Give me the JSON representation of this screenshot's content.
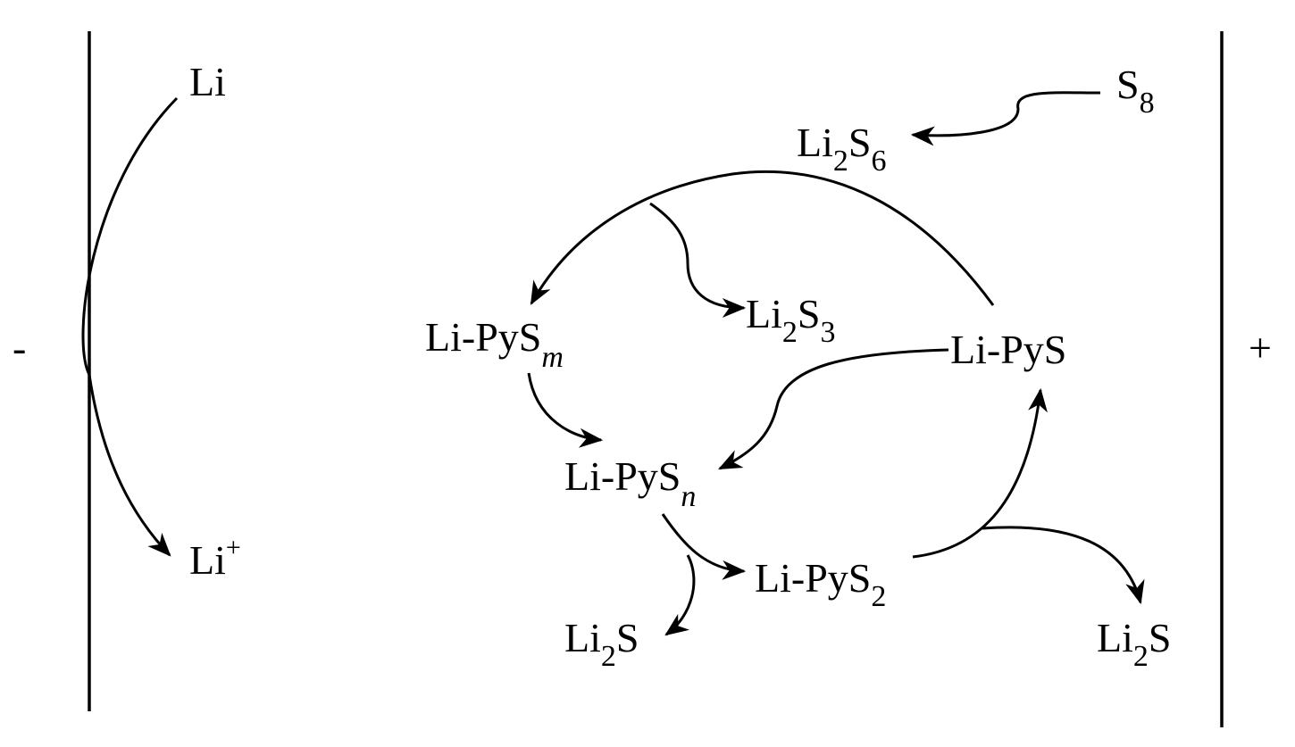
{
  "electrodes": {
    "negative_sign": "-",
    "positive_sign": "+"
  },
  "species": {
    "li": {
      "base": "Li"
    },
    "li_plus": {
      "base": "Li",
      "sup": "+"
    },
    "s8": {
      "base": "S",
      "sub": "8"
    },
    "li2s6": {
      "a": "Li",
      "a_sub": "2",
      "b": "S",
      "b_sub": "6"
    },
    "li_pysm": {
      "base": "Li-PyS",
      "sub": "m"
    },
    "li2s3": {
      "a": "Li",
      "a_sub": "2",
      "b": "S",
      "b_sub": "3"
    },
    "li_pys": {
      "base": "Li-PyS"
    },
    "li_pysn": {
      "base": "Li-PyS",
      "sub": "n"
    },
    "li_pys2": {
      "base": "Li-PyS",
      "sub": "2"
    },
    "li2s_left": {
      "a": "Li",
      "a_sub": "2",
      "b": "S"
    },
    "li2s_right": {
      "a": "Li",
      "a_sub": "2",
      "b": "S"
    }
  }
}
